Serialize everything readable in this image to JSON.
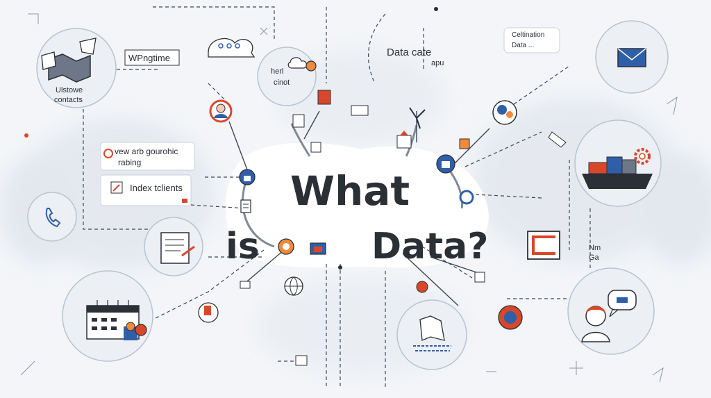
{
  "title": {
    "line1": "What",
    "line2_a": "is",
    "line2_b": "Data?"
  },
  "labels": {
    "contacts_1": "Ulstowe",
    "contacts_2": "contacts",
    "writing_time": "WPngtime",
    "herl_1": "herl",
    "herl_2": "cinot",
    "data_cate_1": "Data cate",
    "data_cate_2": "apu",
    "celtination_1": "Celtination",
    "celtination_2": "Data ...",
    "view_card_1": "vew arb gourohic",
    "view_card_2": "rabing",
    "index_card": "Index tclients",
    "nm_1": "Nm",
    "nm_2": "Ga"
  },
  "colors": {
    "ink": "#2b2f36",
    "line": "#3c4654",
    "accent_red": "#d9472b",
    "accent_blue": "#2f5fa8",
    "accent_orange": "#f08a3c",
    "bubble": "#e7ebf0",
    "bubble_stroke": "#b9c3cf",
    "bg": "#f3f5f8"
  },
  "icons": [
    "map-icon",
    "contacts-icon",
    "cloud-icon",
    "envelope-icon",
    "phone-icon",
    "calendar-icon",
    "user-avatar-icon",
    "chat-icon",
    "ship-icon",
    "gear-icon",
    "document-icon",
    "laptop-icon",
    "lock-icon",
    "pencil-icon",
    "globe-icon",
    "windmill-icon",
    "sign-icon",
    "idea-icon"
  ]
}
